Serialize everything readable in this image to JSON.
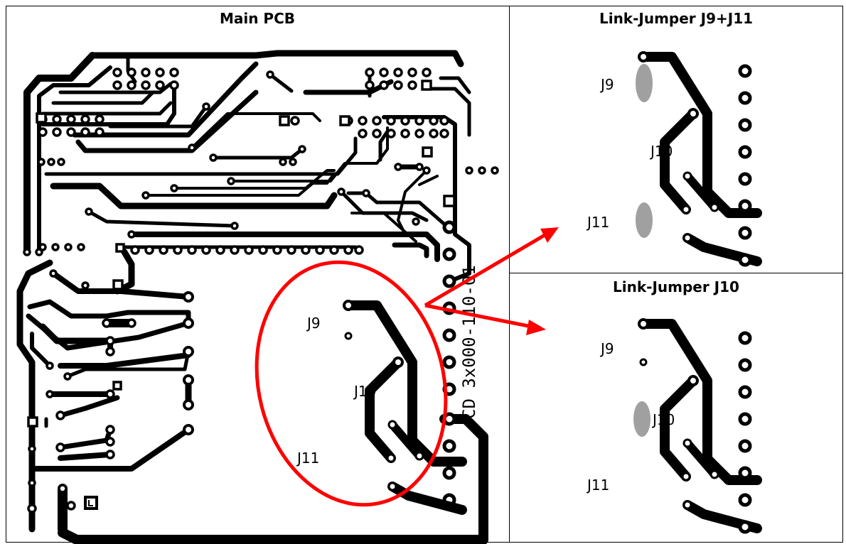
{
  "panels": {
    "main": {
      "title": "Main PCB"
    },
    "jumper_j9_j11": {
      "title": "Link-Jumper J9+J11"
    },
    "jumper_j10": {
      "title": "Link-Jumper J10"
    }
  },
  "labels": {
    "j9": "J9",
    "j10": "J10",
    "j11": "J11"
  },
  "board_marking": "CD 3x000-110-01",
  "colors": {
    "trace": "#000000",
    "highlight": "#ff0000",
    "jumper": "#a0a0a0",
    "background": "#ffffff"
  }
}
